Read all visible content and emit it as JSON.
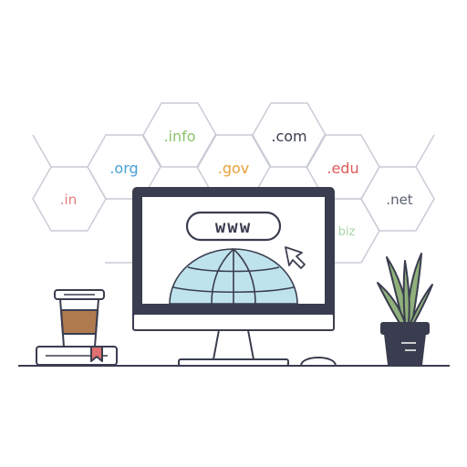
{
  "domains": {
    "info": ".info",
    "com": ".com",
    "org": ".org",
    "gov": ".gov",
    "edu": ".edu",
    "in": ".in",
    "net": ".net",
    "biz": "biz"
  },
  "monitor": {
    "address_text": "www"
  },
  "colors": {
    "outline": "#3a3d4f",
    "hex_line": "#c9ccd6",
    "info": "#8cc26b",
    "com": "#3a3d4f",
    "org": "#4a9fd8",
    "gov": "#e8a03a",
    "edu": "#e05a5a",
    "in": "#e08080",
    "net": "#5a6070",
    "biz": "#a7d6a7",
    "globe_fill": "#bfe3ec",
    "coffee_sleeve": "#b07a4f",
    "bookmark": "#e07070",
    "plant": "#8fb07a"
  }
}
